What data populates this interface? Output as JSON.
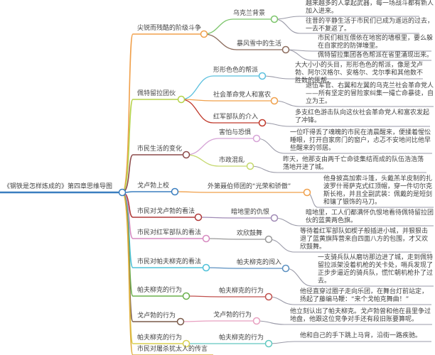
{
  "root": {
    "label": "《钢铁是怎样炼成的》第四章思维导图"
  },
  "branches": [
    {
      "label": "尖锐而残酷的阶级斗争",
      "color": "#f0a04b",
      "children": [
        {
          "label": "乌克兰背景",
          "color": "#7cc56b",
          "leaves": [
            "越来越多的人拿起武器，每一场战斗都有新人加入进来。",
            "往昔的平静生活于市民们已成为遥远的过去，一去不复返了。"
          ]
        },
        {
          "label": "暴风雪中的生活",
          "color": "#8b6b5c",
          "leaves": [
            "市民们相互偎依在地窖的墙根里，要么躲在自家挖的防弹壕里。",
            "佩特留拉集团各色帮派在省里涌现出来。"
          ]
        }
      ]
    },
    {
      "label": "佩特留拉团伙",
      "color": "#b5d34a",
      "children": [
        {
          "label": "形形色色的帮派",
          "color": "#5bc0de",
          "leaves": [
            "大大小小的头目，形形色色的帮派，像是戈卢勃、阿尔汉格尔、安格尔、戈尔季和其他数不胜数的匪帮。"
          ]
        },
        {
          "label": "社会革命党人和富农",
          "color": "#f0a04b",
          "leaves": [
            "退伍军官、右翼和左翼的乌克兰社会革命党人——所有坚定的冒险家纠集一撮亡命暴徒，自立为王。"
          ]
        },
        {
          "label": "红军部队的介入",
          "color": "#c0392b",
          "leaves": [
            "多支红色游击队向这伙社会革命党人和富农发起了冲锋。"
          ]
        }
      ]
    },
    {
      "label": "市民生活的变化",
      "color": "#8b4a4a",
      "children": [
        {
          "label": "害怕与恐惧",
          "color": "#d6a3d6",
          "leaves": [
            "一位吓得丢了魂魄的市民在清晨醒来，便揉着惺忪睡眼，打开自家房门的窗户，忐忑不安地问比他早些醒来的邻居。"
          ]
        },
        {
          "label": "市政混乱",
          "color": "#c5d86d",
          "leaves": [
            "昨天，他那支由两千亡命徒集结而成的队伍浩浩荡荡地开进了城。"
          ]
        }
      ]
    },
    {
      "label": "戈卢勃上校",
      "color": "#3a7ebf",
      "children": [
        {
          "label": "外第聂伯师团的“光荣和骄傲”",
          "color": "#f0a04b",
          "leaves": [
            "他身披高加索斗篷，头戴羔羊皮制的扎波罗什哥萨克式红顶帽，穿一件切尔克斯长袍，并且全副武装：佩戴的是短剑和镶了银饰的马刀。"
          ]
        }
      ]
    },
    {
      "label": "市民对戈卢勃的看法",
      "color": "#b03a3a",
      "children": [
        {
          "label": "暗地里的仇恨",
          "color": "#a08ab5",
          "leaves": [
            "暗地里，工人们都满怀仇恨地看待佩特留拉团伙的蓝黄两色旗。"
          ]
        }
      ]
    },
    {
      "label": "市民对红军部队的看法",
      "color": "#d68ac0",
      "children": [
        {
          "label": "欢欣鼓舞",
          "color": "#999999",
          "leaves": [
            "等待着红军部队如楔子般插进小城，并狠狠击退了蓝黄旗阵营来自四面八方的包围，才又欢欣鼓舞。"
          ]
        }
      ]
    },
    {
      "label": "市民对帕夫柳克的看法",
      "color": "#4ec0d8",
      "children": [
        {
          "label": "帕夫柳克的闯入",
          "color": "#5a8fc0",
          "leaves": [
            "一支骑兵队从磨坊那边进了城，走到佩特留拉派架没着机枪的关卡处，哨兵发现了正步步逼近的骑兵队，慌忙朝机枪扑了过去。"
          ]
        }
      ]
    },
    {
      "label": "帕夫柳克的行为",
      "color": "#6ab04c",
      "children": [
        {
          "label": "帕夫柳克的行为",
          "color": "#c0504d",
          "leaves": [
            "他径直穿过圈子走向乐团，在舞台灯前站定，扬起了藤编马鞭：“来个戈帕克舞曲！”"
          ]
        }
      ]
    },
    {
      "label": "戈卢勃的行为",
      "color": "#7a5a4a",
      "children": [
        {
          "label": "戈卢勃的行为",
          "color": "#e8a0c0",
          "leaves": [
            "他立刻认出了帕夫柳克。戈卢勃曾和他在县里争过地盘，他跟这位竞争对手还有段旧账要算呢。"
          ]
        }
      ]
    },
    {
      "label": "帕夫柳克的行为",
      "color": "#d8d050",
      "children": [
        {
          "label": "帕夫柳克的行为",
          "color": "#60c8c0",
          "leaves": [
            "他和自己的手下跳上马背，沿街一路疾驰。"
          ]
        }
      ]
    },
    {
      "label": "市民对屠杀犹太人的传言",
      "color": "#e0b040",
      "children": []
    }
  ]
}
